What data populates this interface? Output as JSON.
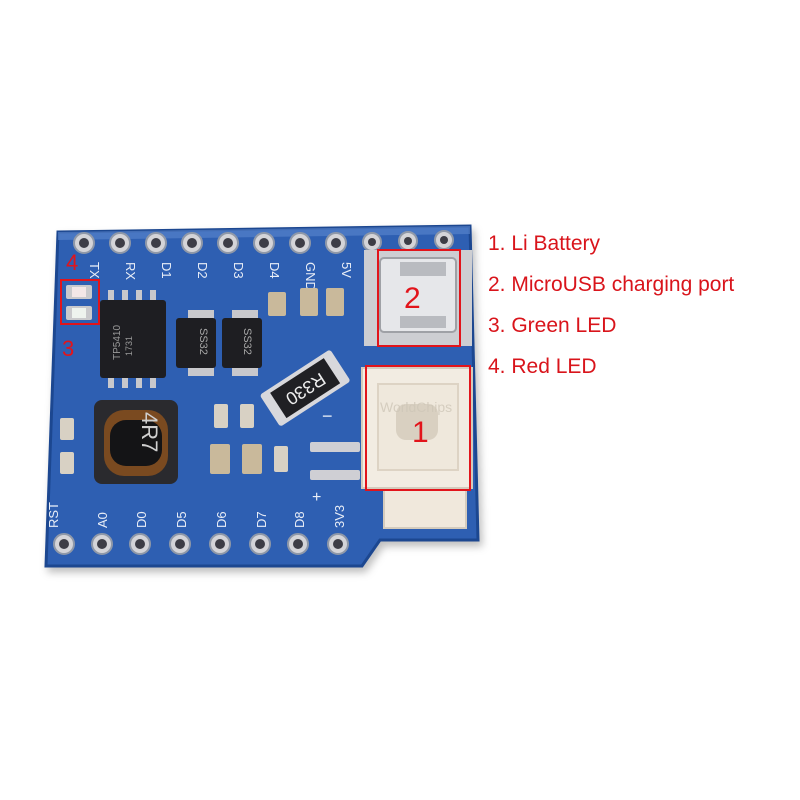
{
  "colors": {
    "board": "#2f63b6",
    "board_dark": "#1f4a95",
    "marker_red": "#e2141b",
    "pad": "#d9d9dd",
    "label_text": "#d9141b"
  },
  "pin_labels": {
    "top": [
      "TX",
      "RX",
      "D1",
      "D2",
      "D3",
      "D4",
      "GND",
      "5V"
    ],
    "bottom": [
      "RST",
      "A0",
      "D0",
      "D5",
      "D6",
      "D7",
      "D8",
      "3V3"
    ]
  },
  "components": {
    "chip_label": "TP5410",
    "chip_code": "1731",
    "diode_1": "SS32",
    "diode_2": "SS32",
    "inductor": "4R7",
    "resistor": "R330",
    "watermark": "WorldChips",
    "polarity_minus": "−",
    "polarity_plus": "+"
  },
  "markers": {
    "m1": "1",
    "m2": "2",
    "m3": "3",
    "m4": "4"
  },
  "legend": [
    "1. Li Battery",
    "2. MicroUSB charging port",
    "3. Green LED",
    "4. Red LED"
  ]
}
